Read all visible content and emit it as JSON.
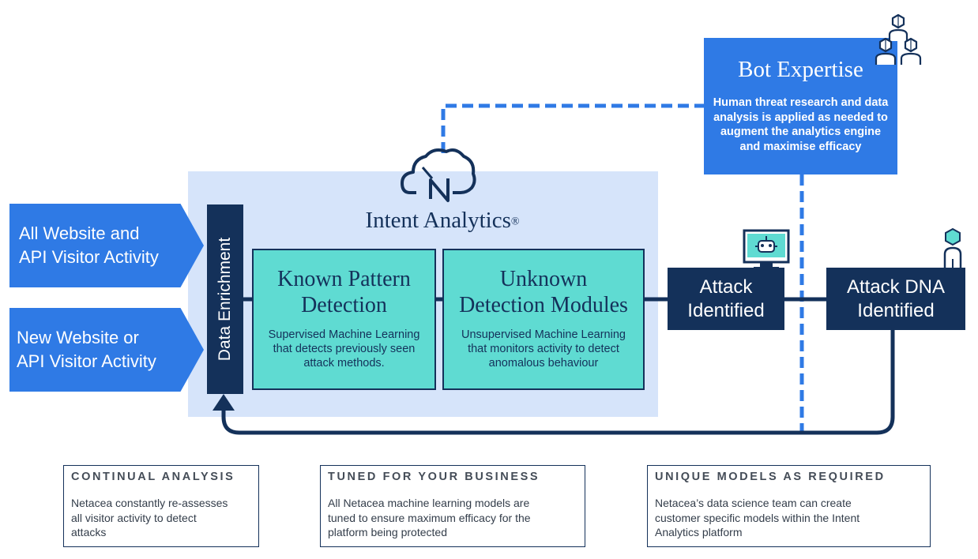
{
  "inputs": [
    {
      "lines": [
        "All  Website and",
        "API Visitor Activity"
      ]
    },
    {
      "lines": [
        "New Website or",
        "API Visitor Activity"
      ]
    }
  ],
  "data_enrichment": "Data Enrichment",
  "brand": {
    "name": "Intent Analytics",
    "mark": "®"
  },
  "modules": [
    {
      "title": [
        "Known Pattern",
        "Detection"
      ],
      "desc": [
        "Supervised Machine Learning",
        "that detects previously seen",
        "attack methods."
      ]
    },
    {
      "title": [
        "Unknown",
        "Detection Modules"
      ],
      "desc": [
        "Unsupervised Machine Learning",
        "that monitors activity to detect",
        "anomalous behaviour"
      ]
    }
  ],
  "attack_identified": [
    "Attack",
    "Identified"
  ],
  "attack_dna": [
    "Attack DNA",
    "Identified"
  ],
  "bot_expertise": {
    "title": "Bot Expertise",
    "desc": [
      "Human threat research and data",
      "analysis is applied as needed to",
      "augment the analytics engine",
      "and maximise efficacy"
    ]
  },
  "info_boxes": [
    {
      "title": "CONTINUAL ANALYSIS",
      "desc": [
        "Netacea constantly re-assesses",
        "all visitor activity to detect",
        "attacks"
      ]
    },
    {
      "title": "TUNED FOR YOUR BUSINESS",
      "desc": [
        "All Netacea machine learning models are",
        "tuned to ensure maximum efficacy for the",
        "platform being protected"
      ]
    },
    {
      "title": "UNIQUE MODELS AS REQUIRED",
      "desc": [
        "Netacea’s data science team can create",
        "customer specific models within the Intent",
        "Analytics platform"
      ]
    }
  ],
  "icons": [
    "team-icon",
    "cloud-logo-icon",
    "robot-monitor-icon",
    "person-icon"
  ],
  "colors": {
    "navy": "#14315a",
    "blue": "#2f7ae5",
    "teal": "#5fdbd2",
    "panel": "#d6e4fa"
  }
}
